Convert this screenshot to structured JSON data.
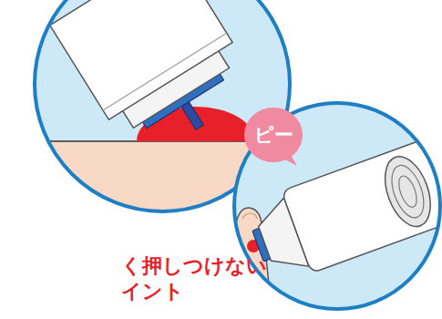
{
  "diagram": {
    "nodes": [
      {
        "text": [
          "ピー"
        ]
      }
    ],
    "labels": [
      "く押しつけない",
      "イント"
    ]
  }
}
